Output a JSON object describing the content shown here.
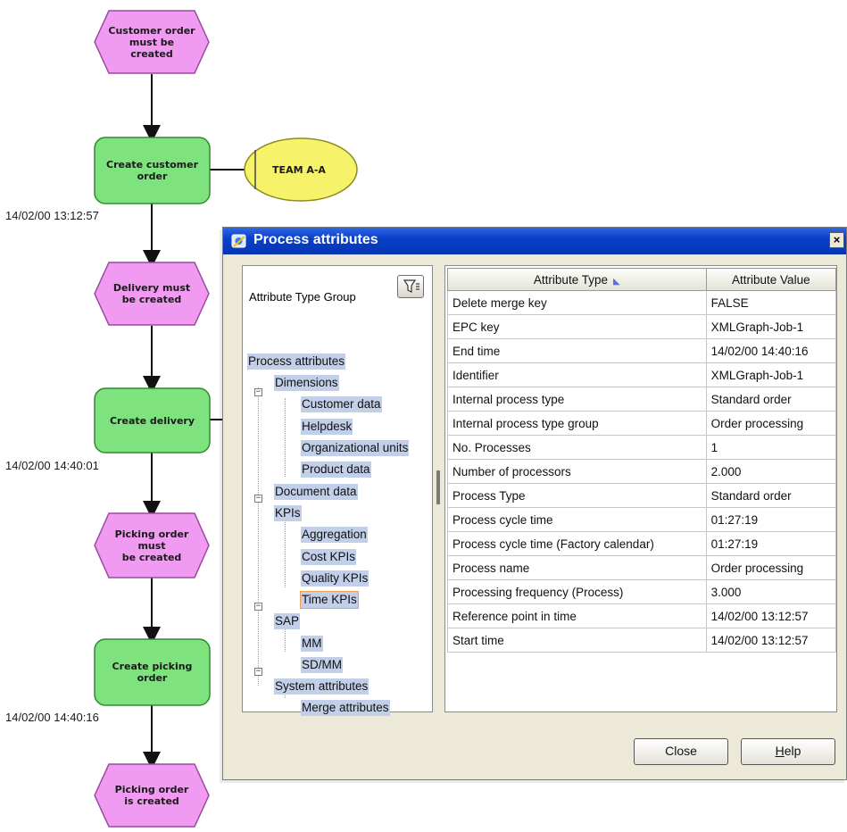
{
  "diagram": {
    "nodes": [
      {
        "id": "n1",
        "kind": "event",
        "label": "Customer order\nmust be\ncreated"
      },
      {
        "id": "n2",
        "kind": "function",
        "label": "Create customer\norder"
      },
      {
        "id": "n3",
        "kind": "event",
        "label": "Delivery must\nbe created"
      },
      {
        "id": "n4",
        "kind": "function",
        "label": "Create delivery"
      },
      {
        "id": "n5",
        "kind": "event",
        "label": "Picking order\nmust\nbe created"
      },
      {
        "id": "n6",
        "kind": "function",
        "label": "Create picking\norder"
      },
      {
        "id": "n7",
        "kind": "event",
        "label": "Picking order\nis created"
      }
    ],
    "org_unit": {
      "label": "TEAM A-A"
    },
    "timestamps": [
      "14/02/00 13:12:57",
      "14/02/00 14:40:01",
      "14/02/00 14:40:16"
    ],
    "colors": {
      "event": "#f19af2",
      "function": "#7ee27e",
      "org_unit": "#f6f36b"
    }
  },
  "dialog": {
    "title": "Process attributes",
    "close_x": "×",
    "tree_header": "Attribute Type Group",
    "tree": [
      {
        "label": "Process attributes",
        "level": 0
      },
      {
        "label": "Dimensions",
        "level": 1,
        "toggle": "−"
      },
      {
        "label": "Customer data",
        "level": 2
      },
      {
        "label": "Helpdesk",
        "level": 2
      },
      {
        "label": "Organizational units",
        "level": 2
      },
      {
        "label": "Product data",
        "level": 2
      },
      {
        "label": "Document data",
        "level": 1
      },
      {
        "label": "KPIs",
        "level": 1,
        "toggle": "−"
      },
      {
        "label": "Aggregation",
        "level": 2
      },
      {
        "label": "Cost KPIs",
        "level": 2
      },
      {
        "label": "Quality KPIs",
        "level": 2
      },
      {
        "label": "Time KPIs",
        "level": 2,
        "selected": true
      },
      {
        "label": "SAP",
        "level": 1,
        "toggle": "−"
      },
      {
        "label": "MM",
        "level": 2
      },
      {
        "label": "SD/MM",
        "level": 2
      },
      {
        "label": "System attributes",
        "level": 1,
        "toggle": "−"
      },
      {
        "label": "Merge attributes",
        "level": 2
      }
    ],
    "table": {
      "columns": [
        "Attribute Type",
        "Attribute Value"
      ],
      "rows": [
        [
          "Delete merge key",
          "FALSE"
        ],
        [
          "EPC key",
          "XMLGraph-Job-1"
        ],
        [
          "End time",
          "14/02/00 14:40:16"
        ],
        [
          "Identifier",
          "XMLGraph-Job-1"
        ],
        [
          "Internal process type",
          "Standard order"
        ],
        [
          "Internal process type group",
          "Order processing"
        ],
        [
          "No. Processes",
          "1"
        ],
        [
          "Number of processors",
          "2.000"
        ],
        [
          "Process Type",
          "Standard order"
        ],
        [
          "Process cycle time",
          "01:27:19"
        ],
        [
          "Process cycle time (Factory calendar)",
          "01:27:19"
        ],
        [
          "Process name",
          "Order processing"
        ],
        [
          "Processing frequency (Process)",
          "3.000"
        ],
        [
          "Reference point in time",
          "14/02/00 13:12:57"
        ],
        [
          "Start time",
          "14/02/00 13:12:57"
        ]
      ]
    },
    "buttons": {
      "close": "Close",
      "help_first": "H",
      "help_rest": "elp"
    },
    "colors": {
      "titlebar": "#0a3fc8",
      "selection": "#c2cfe8"
    }
  }
}
